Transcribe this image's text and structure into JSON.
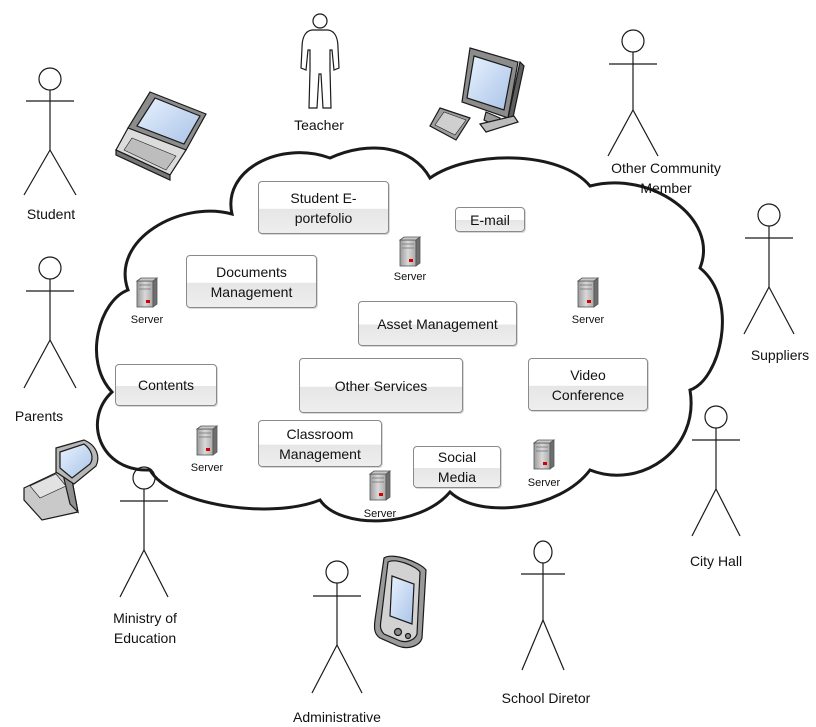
{
  "actors": [
    {
      "id": "student",
      "label": "Student"
    },
    {
      "id": "teacher",
      "label": "Teacher"
    },
    {
      "id": "other-community",
      "label": "Other Community\nMember"
    },
    {
      "id": "suppliers",
      "label": "Suppliers"
    },
    {
      "id": "parents",
      "label": "Parents"
    },
    {
      "id": "city-hall",
      "label": "City Hall"
    },
    {
      "id": "ministry",
      "label": "Ministry of\nEducation"
    },
    {
      "id": "administrative",
      "label": "Administrative"
    },
    {
      "id": "school-director",
      "label": "School Diretor"
    }
  ],
  "services": [
    {
      "id": "e-portfolio",
      "label": "Student E-\nportefolio"
    },
    {
      "id": "email",
      "label": "E-mail"
    },
    {
      "id": "documents",
      "label": "Documents\nManagement"
    },
    {
      "id": "asset",
      "label": "Asset Management"
    },
    {
      "id": "contents",
      "label": "Contents"
    },
    {
      "id": "other-services",
      "label": "Other Services"
    },
    {
      "id": "video",
      "label": "Video\nConference"
    },
    {
      "id": "classroom",
      "label": "Classroom\nManagement"
    },
    {
      "id": "social",
      "label": "Social\nMedia"
    }
  ],
  "server_label": "Server",
  "devices": [
    "laptop-icon",
    "desktop-icon",
    "mobile-phone-icon",
    "pda-icon"
  ]
}
